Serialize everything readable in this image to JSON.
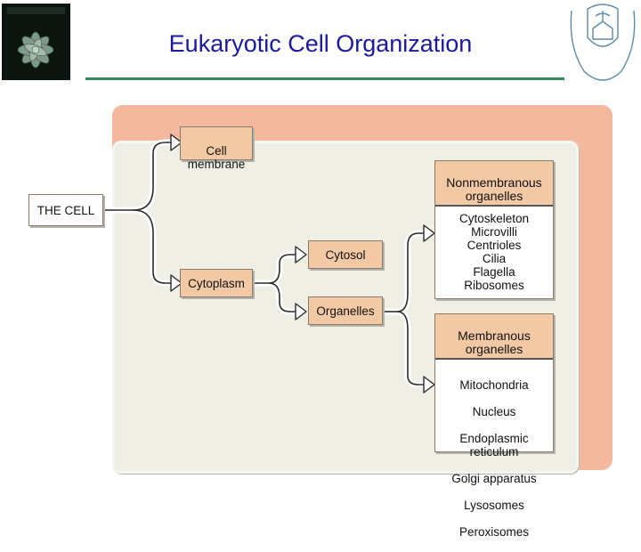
{
  "header": {
    "title": "Eukaryotic Cell Organization"
  },
  "diagram": {
    "root": "THE CELL",
    "cell_membrane": "Cell\nmembrane",
    "cytoplasm": "Cytoplasm",
    "cytosol": "Cytosol",
    "organelles": "Organelles",
    "nonmembranous": {
      "header": "Nonmembranous\norganelles",
      "items": [
        "Cytoskeleton",
        "Microvilli",
        "Centrioles",
        "Cilia",
        "Flagella",
        "Ribosomes"
      ]
    },
    "membranous": {
      "header": "Membranous\norganelles",
      "items": [
        "Mitochondria",
        "Nucleus",
        "Endoplasmic\nreticulum",
        "Golgi apparatus",
        "Lysosomes",
        "Peroxisomes"
      ]
    }
  },
  "colors": {
    "title": "#1a1aa0",
    "rule": "#2e8b57",
    "outer_panel": "#f4b89e",
    "inner_panel": "#efefe6",
    "box_fill": "#f3c8a4"
  },
  "icons": {
    "book_cover": "biology-book-cover-image",
    "seal": "king-saud-university-seal"
  }
}
